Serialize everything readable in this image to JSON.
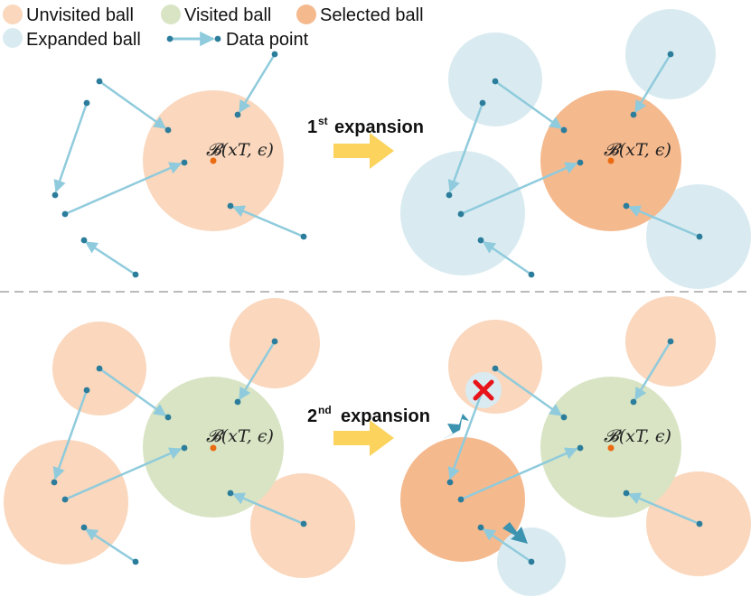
{
  "legend": {
    "unvisited": "Unvisited ball",
    "visited": "Visited ball",
    "selected": "Selected ball",
    "expanded": "Expanded ball",
    "data_point": "Data point"
  },
  "colors": {
    "unvisited": "#fad7bd",
    "visited": "#d8e4c4",
    "selected": "#f5b98e",
    "expanded": "#d9ebf1",
    "arrow": "#8fcbdc",
    "point": "#2c7d9b",
    "center": "#ea6b12",
    "push_arrow": "#3b93b0",
    "reject": "#e8141c",
    "step_arrow": "#fbd35d",
    "divider": "#bbbbbb"
  },
  "steps": {
    "first": {
      "ordinal": "1",
      "suffix": "st",
      "word": "expansion"
    },
    "second": {
      "ordinal": "2",
      "suffix": "nd",
      "word": "expansion"
    }
  },
  "ball_label": "𝓑(𝑥T, 𝜖)",
  "icons": {
    "reject": "red-x-icon",
    "push": "teal-push-arrow-icon",
    "step": "yellow-step-arrow-icon"
  }
}
